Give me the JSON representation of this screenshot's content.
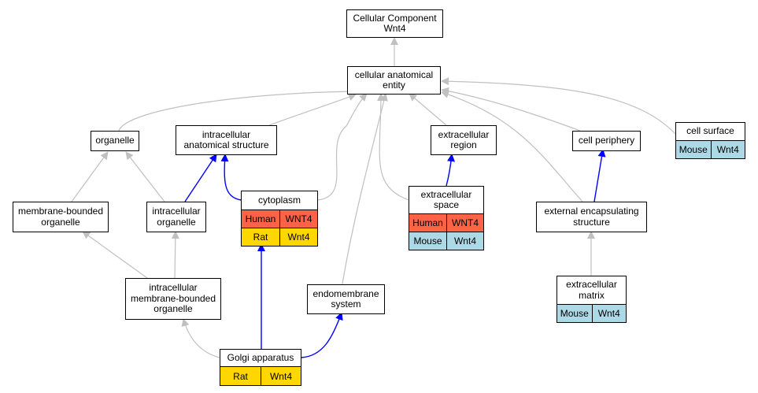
{
  "graph": {
    "nodes": {
      "root": {
        "label": "Cellular Component\nWnt4"
      },
      "cae": {
        "label": "cellular anatomical\nentity"
      },
      "organelle": {
        "label": "organelle"
      },
      "ias": {
        "label": "intracellular\nanatomical structure"
      },
      "er": {
        "label": "extracellular\nregion"
      },
      "cp": {
        "label": "cell periphery"
      },
      "cs": {
        "label": "cell surface",
        "rows": [
          [
            "Mouse",
            "Wnt4"
          ]
        ]
      },
      "mbo": {
        "label": "membrane-bounded\norganelle"
      },
      "io": {
        "label": "intracellular\norganelle"
      },
      "cyto": {
        "label": "cytoplasm",
        "rows": [
          [
            "Human",
            "WNT4"
          ],
          [
            "Rat",
            "Wnt4"
          ]
        ]
      },
      "es": {
        "label": "extracellular\nspace",
        "rows": [
          [
            "Human",
            "WNT4"
          ],
          [
            "Mouse",
            "Wnt4"
          ]
        ]
      },
      "ees": {
        "label": "external encapsulating\nstructure"
      },
      "imbo": {
        "label": "intracellular\nmembrane-bounded\norganelle"
      },
      "ems": {
        "label": "endomembrane\nsystem"
      },
      "em": {
        "label": "extracellular\nmatrix",
        "rows": [
          [
            "Mouse",
            "Wnt4"
          ]
        ]
      },
      "golgi": {
        "label": "Golgi apparatus",
        "rows": [
          [
            "Rat",
            "Wnt4"
          ]
        ]
      }
    }
  },
  "colors": {
    "Human": "#ff6347",
    "Rat": "#ffd700",
    "Mouse": "#add8e6",
    "edge_default": "#c0c0c0",
    "edge_annotated": "#0000ff"
  }
}
